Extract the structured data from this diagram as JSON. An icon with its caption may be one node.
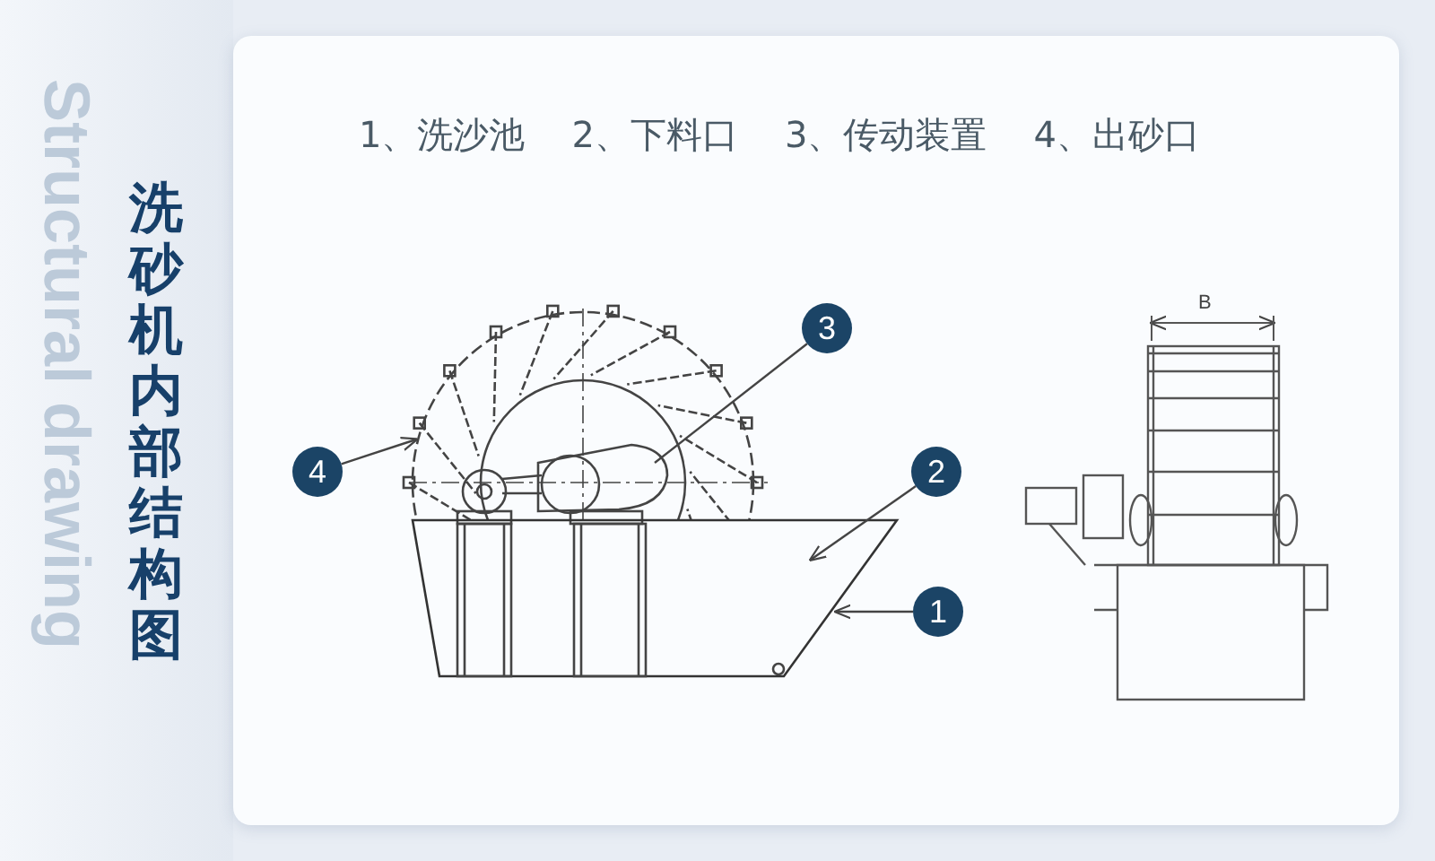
{
  "diagram": {
    "title": "洗砂机内部结构图",
    "nodes": [
      {
        "text": [
          "3"
        ]
      },
      {
        "text": [
          "4"
        ]
      },
      {
        "text": [
          "2"
        ]
      },
      {
        "text": [
          "1"
        ]
      }
    ],
    "edges": [
      {
        "from": 0,
        "to": null,
        "arrow": "none"
      },
      {
        "from": 1,
        "to": null,
        "arrow": "to"
      },
      {
        "from": 2,
        "to": null,
        "arrow": "to"
      },
      {
        "from": 3,
        "to": null,
        "arrow": "to"
      }
    ],
    "labels": [
      "Structural drawing",
      "1、洗沙池",
      "2、下料口",
      "3、传动装置",
      "4、出砂口",
      "B"
    ]
  }
}
